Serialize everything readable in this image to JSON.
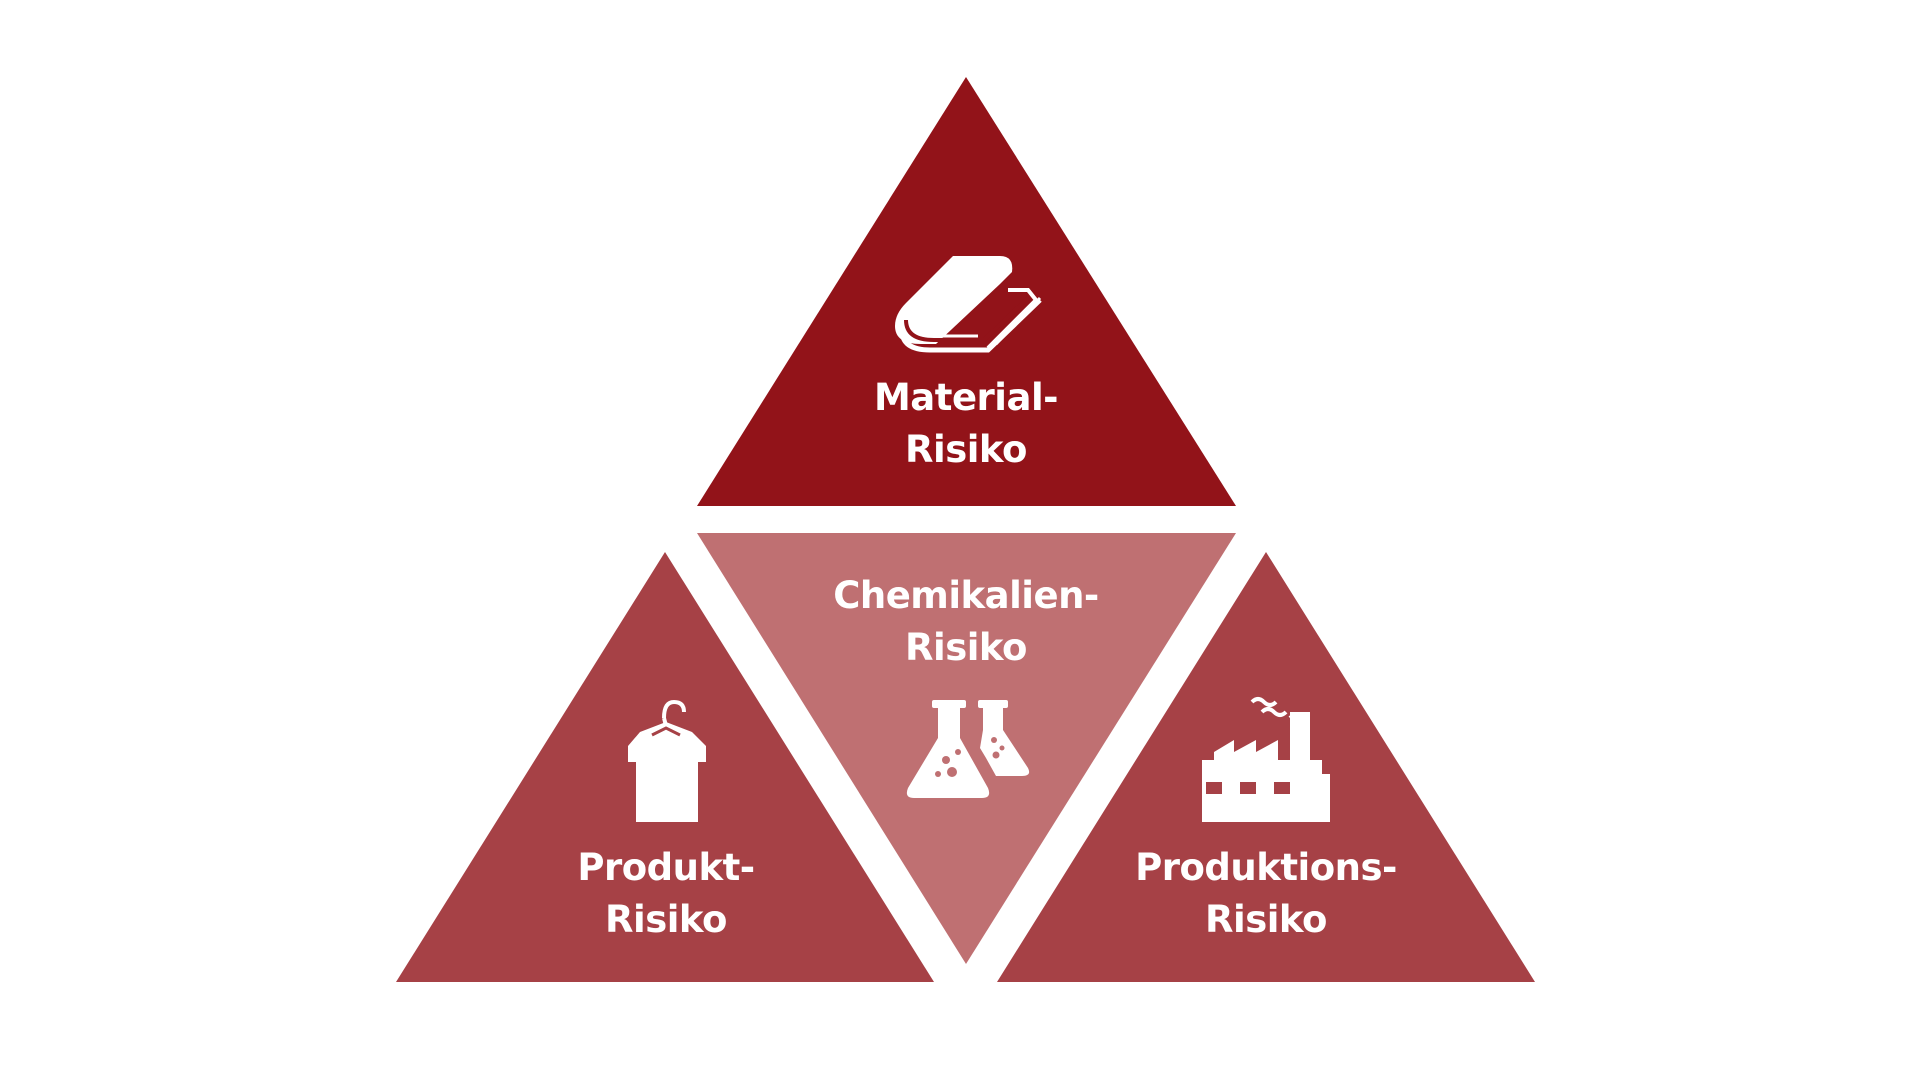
{
  "colors": {
    "background": "#ffffff",
    "material": "#921319",
    "product": "#a64146",
    "production": "#a64146",
    "chemical": "#bf7072",
    "icon": "#ffffff"
  },
  "segments": {
    "material": {
      "line1": "Material-",
      "line2": "Risiko",
      "icon": "fabric-roll-icon"
    },
    "chemical": {
      "line1": "Chemikalien-",
      "line2": "Risiko",
      "icon": "lab-flasks-icon"
    },
    "product": {
      "line1": "Produkt-",
      "line2": "Risiko",
      "icon": "shirt-on-hanger-icon"
    },
    "production": {
      "line1": "Produktions-",
      "line2": "Risiko",
      "icon": "factory-icon"
    }
  }
}
